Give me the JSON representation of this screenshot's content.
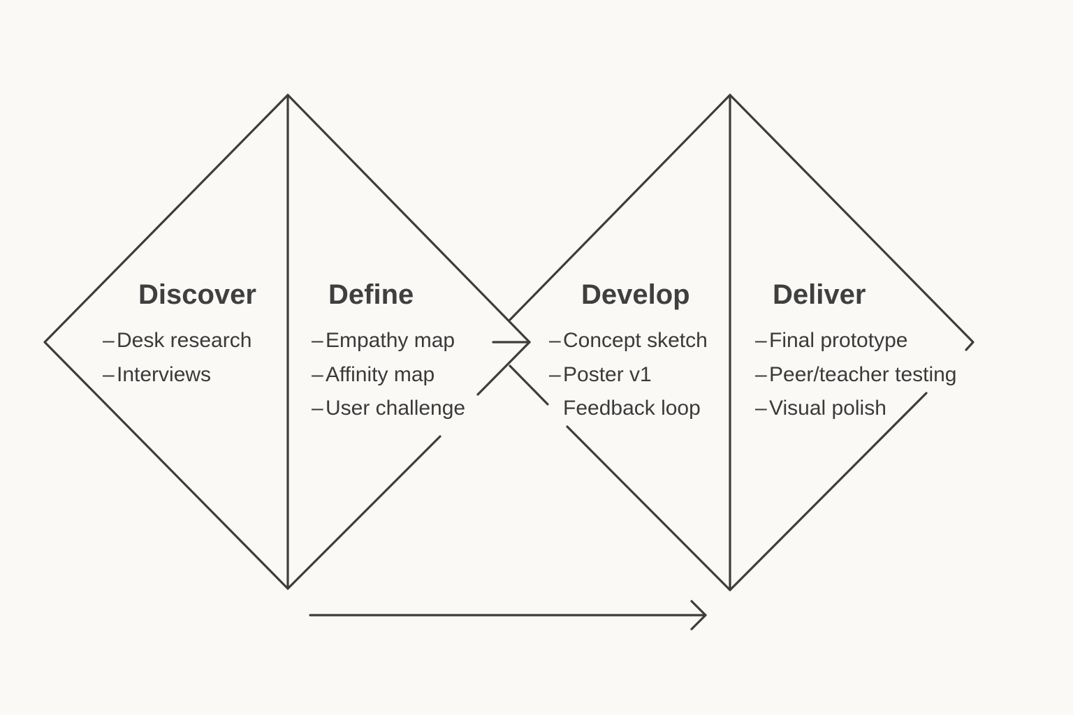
{
  "phases": [
    {
      "title": "Discover",
      "items": [
        {
          "marker": "–",
          "text": "Desk research"
        },
        {
          "marker": "–",
          "text": "Interviews"
        }
      ]
    },
    {
      "title": "Define",
      "items": [
        {
          "marker": "–",
          "text": "Empathy map"
        },
        {
          "marker": "–",
          "text": "Affinity map"
        },
        {
          "marker": "–",
          "text": "User challenge"
        }
      ]
    },
    {
      "title": "Develop",
      "items": [
        {
          "marker": "–",
          "text": "Concept sketch"
        },
        {
          "marker": "–",
          "text": "Poster v1"
        },
        {
          "marker": "",
          "text": "Feedback loop"
        }
      ]
    },
    {
      "title": "Deliver",
      "items": [
        {
          "marker": "–",
          "text": "Final prototype"
        },
        {
          "marker": "–",
          "text": "Peer/teacher testing"
        },
        {
          "marker": "–",
          "text": "Visual polish"
        }
      ]
    }
  ],
  "colors": {
    "background": "#faf9f6",
    "line": "#3d3d3d",
    "text": "#3a3a3a"
  }
}
